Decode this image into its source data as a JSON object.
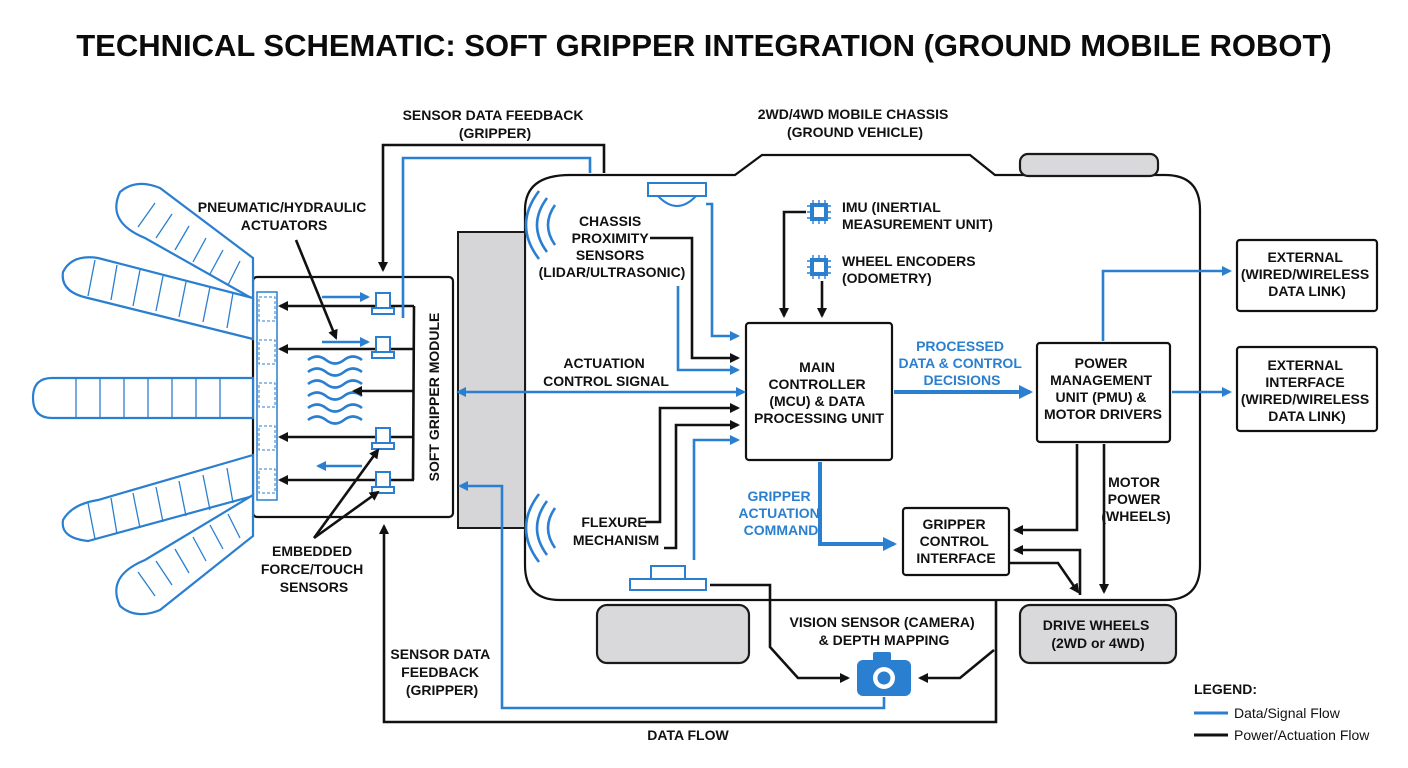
{
  "title": "TECHNICAL SCHEMATIC: SOFT GRIPPER INTEGRATION (GROUND MOBILE ROBOT)",
  "labels": {
    "sensor_feedback_top": [
      "SENSOR DATA FEEDBACK",
      "(GRIPPER)"
    ],
    "chassis": [
      "2WD/4WD MOBILE CHASSIS",
      "(GROUND VEHICLE)"
    ],
    "actuators": [
      "PNEUMATIC/HYDRAULIC",
      "ACTUATORS"
    ],
    "proximity": [
      "CHASSIS",
      "PROXIMITY",
      "SENSORS",
      "(LIDAR/ULTRASONIC)"
    ],
    "imu": [
      "IMU (INERTIAL",
      "MEASUREMENT UNIT)"
    ],
    "encoders": [
      "WHEEL ENCODERS",
      "(ODOMETRY)"
    ],
    "gripper_module": "SOFT GRIPPER MODULE",
    "actuation_signal": [
      "ACTUATION",
      "CONTROL SIGNAL"
    ],
    "mcu": [
      "MAIN",
      "CONTROLLER",
      "(MCU) & DATA",
      "PROCESSING UNIT"
    ],
    "processed": [
      "PROCESSED",
      "DATA & CONTROL",
      "DECISIONS"
    ],
    "pmu": [
      "POWER",
      "MANAGEMENT",
      "UNIT (PMU) &",
      "MOTOR DRIVERS"
    ],
    "ext_link": [
      "EXTERNAL",
      "(WIRED/WIRELESS",
      "DATA LINK)"
    ],
    "ext_interface": [
      "EXTERNAL",
      "INTERFACE",
      "(WIRED/WIRELESS",
      "DATA LINK)"
    ],
    "gripper_cmd": [
      "GRIPPER",
      "ACTUATION",
      "COMMAND"
    ],
    "motor_power": [
      "MOTOR",
      "POWER",
      "(WHEELS)"
    ],
    "flexure": [
      "FLEXURE",
      "MECHANISM"
    ],
    "gripper_ctrl": [
      "GRIPPER",
      "CONTROL",
      "INTERFACE"
    ],
    "embedded": [
      "EMBEDDED",
      "FORCE/TOUCH",
      "SENSORS"
    ],
    "vision": [
      "VISION SENSOR (CAMERA)",
      "& DEPTH MAPPING"
    ],
    "drive_wheels": [
      "DRIVE WHEELS",
      "(2WD or 4WD)"
    ],
    "sensor_feedback_bottom": [
      "SENSOR DATA",
      "FEEDBACK",
      "(GRIPPER)"
    ],
    "data_flow": "DATA FLOW"
  },
  "legend": {
    "heading": "LEGEND:",
    "blue": "Data/Signal Flow",
    "black": "Power/Actuation Flow"
  },
  "colors": {
    "signal": "#2a7fd0",
    "power": "#111111",
    "wheel_fill": "#d9d9dc"
  }
}
